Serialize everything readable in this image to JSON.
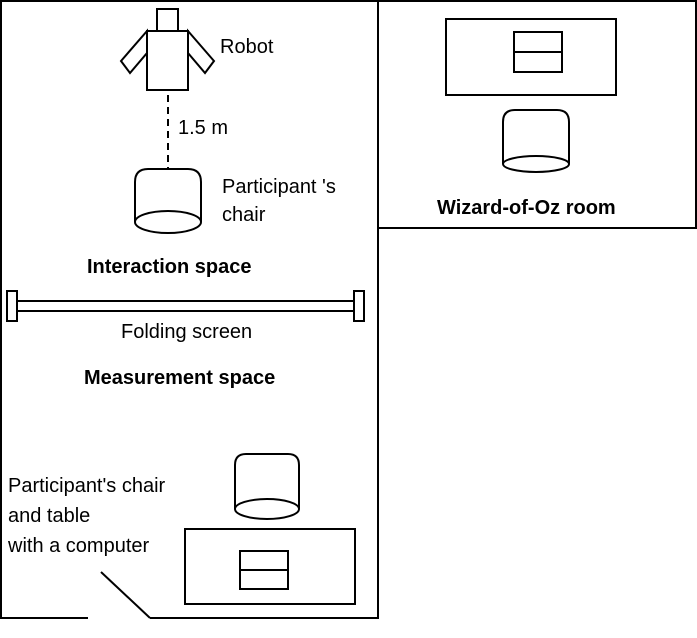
{
  "labels": {
    "robot": "Robot",
    "distance": "1.5 m",
    "participant_chair_line1": "Participant 's",
    "participant_chair_line2": "chair",
    "interaction_space": "Interaction space",
    "folding_screen": "Folding screen",
    "measurement_space": "Measurement space",
    "desk_line1": "Participant's chair",
    "desk_line2": "and table",
    "desk_line3": "with a computer",
    "wizard_room": "Wizard-of-Oz room"
  },
  "colors": {
    "stroke": "#000000",
    "background": "#ffffff"
  }
}
